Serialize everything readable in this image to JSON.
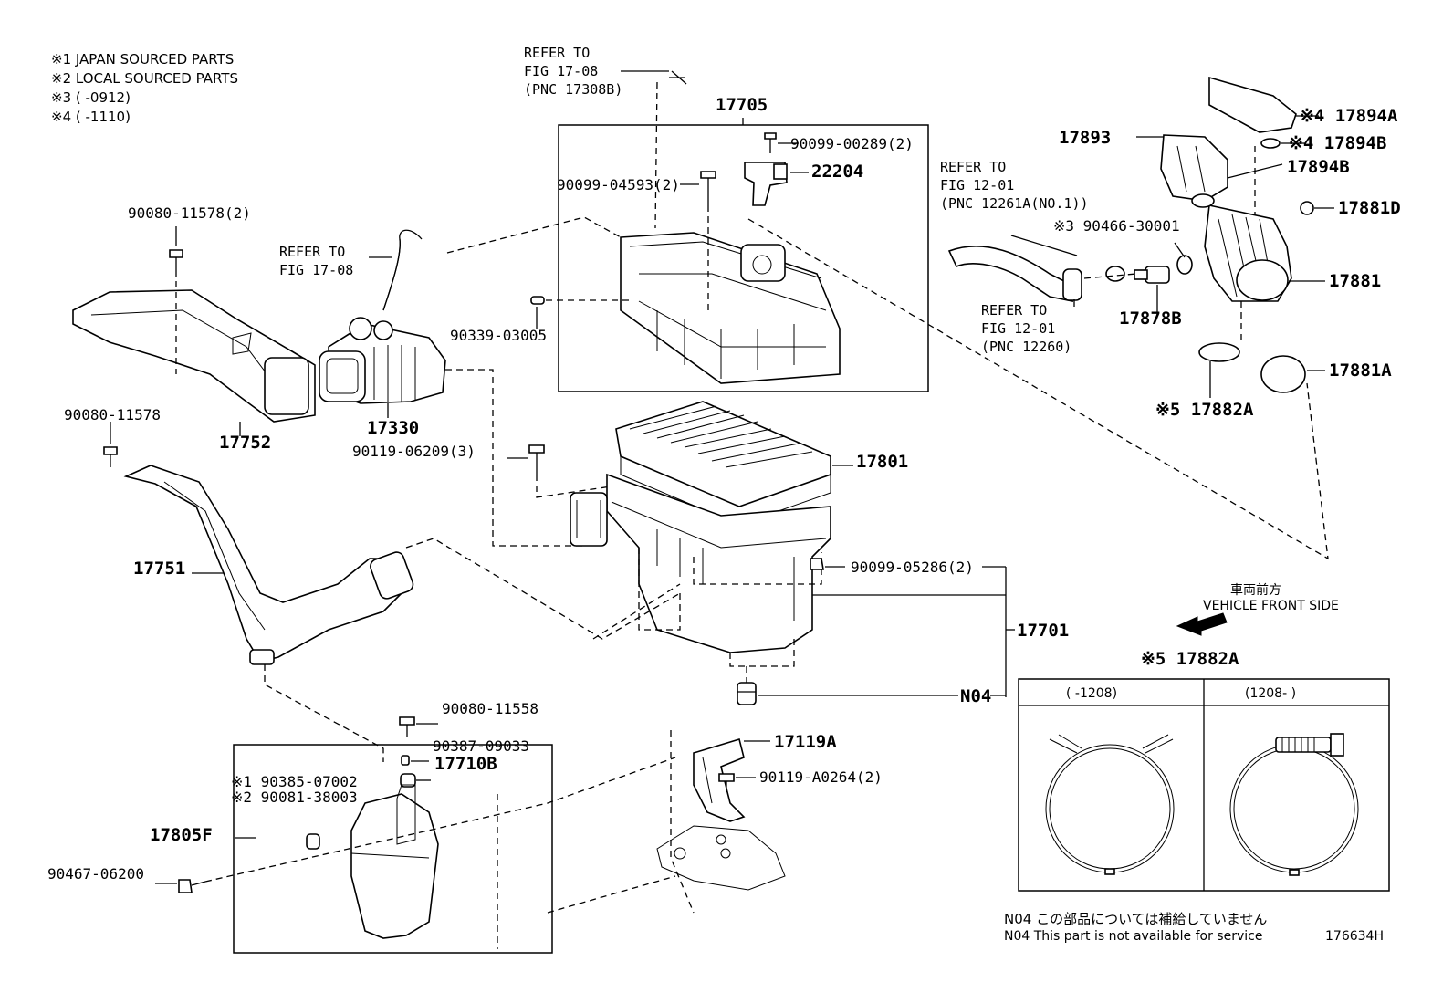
{
  "notes": [
    "※1 JAPAN SOURCED PARTS",
    "※2 LOCAL SOURCED PARTS",
    "※3 (      -0912)",
    "※4 (      -1110)"
  ],
  "refs": {
    "fig1708_top": [
      "REFER TO",
      "FIG 17-08",
      "(PNC 17308B)"
    ],
    "fig1708_left": [
      "REFER TO",
      "FIG 17-08"
    ],
    "fig1201_a": [
      "REFER TO",
      "FIG 12-01",
      "(PNC 12261A(NO.1))"
    ],
    "fig1201_b": [
      "REFER TO",
      "FIG 12-01",
      "(PNC 12260)"
    ]
  },
  "labels": {
    "p17705": "17705",
    "p90099_00289": "90099-00289(2)",
    "p22204": "22204",
    "p90099_04593": "90099-04593(2)",
    "p90339_03005": "90339-03005",
    "p90080_11578_2": "90080-11578(2)",
    "p17752": "17752",
    "p17330": "17330",
    "p90119_06209": "90119-06209(3)",
    "p90080_11578": "90080-11578",
    "p17801": "17801",
    "p17751": "17751",
    "p90099_05286": "90099-05286(2)",
    "p17701": "17701",
    "pN04": "N04",
    "p90080_11558": "90080-11558",
    "p90387_09033": "90387-09033",
    "p17710B": "17710B",
    "p90385_07002": "※1 90385-07002",
    "p90081_38003": "※2 90081-38003",
    "p17805F": "17805F",
    "p90467_06200": "90467-06200",
    "p17119A": "17119A",
    "p90119_A0264": "90119-A0264(2)",
    "p17894A": "※4 17894A",
    "p17894B_top": "※4 17894B",
    "p17893": "17893",
    "p17894B": "17894B",
    "p17881D": "17881D",
    "p90466_30001": "※3 90466-30001",
    "p17881": "17881",
    "p17878B": "17878B",
    "p17881A": "17881A",
    "p17882A": "※5 17882A",
    "p17882A_box": "※5 17882A"
  },
  "front": {
    "jp": "車両前方",
    "en": "VEHICLE FRONT SIDE"
  },
  "clamp_box": {
    "col1": "(      -1208)",
    "col2": "(1208-      )"
  },
  "footnote": {
    "jp": "N04  この部品については補給していません",
    "en": "N04  This part is not available for service",
    "code": "176634H"
  }
}
